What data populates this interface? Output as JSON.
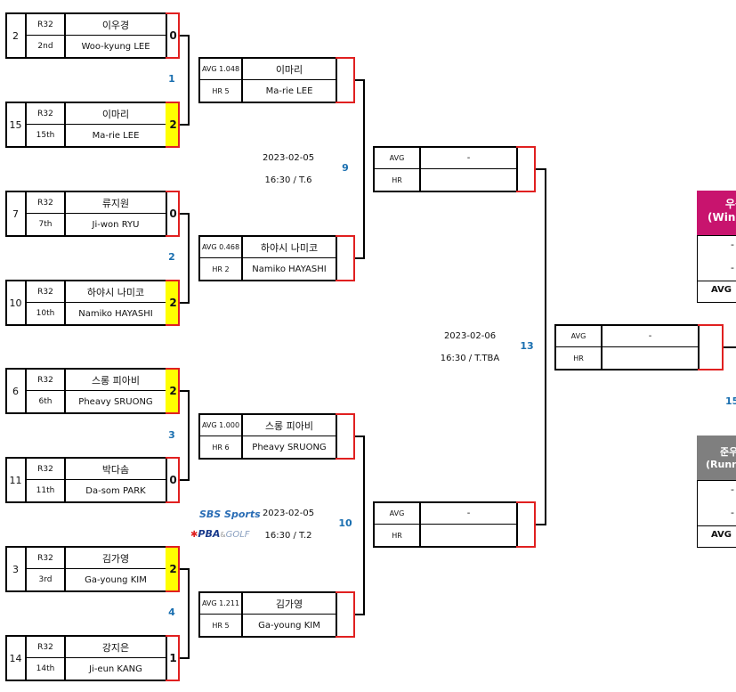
{
  "round1": [
    {
      "seed": "2",
      "round": "R32",
      "rank": "2nd",
      "name_ko": "이우경",
      "name_en": "Woo-kyung LEE",
      "score": "0",
      "win": false
    },
    {
      "seed": "15",
      "round": "R32",
      "rank": "15th",
      "name_ko": "이마리",
      "name_en": "Ma-rie LEE",
      "score": "2",
      "win": true
    },
    {
      "seed": "7",
      "round": "R32",
      "rank": "7th",
      "name_ko": "류지원",
      "name_en": "Ji-won RYU",
      "score": "0",
      "win": false
    },
    {
      "seed": "10",
      "round": "R32",
      "rank": "10th",
      "name_ko": "하야시 나미코",
      "name_en": "Namiko HAYASHI",
      "score": "2",
      "win": true
    },
    {
      "seed": "6",
      "round": "R32",
      "rank": "6th",
      "name_ko": "스롱 피아비",
      "name_en": "Pheavy SRUONG",
      "score": "2",
      "win": true
    },
    {
      "seed": "11",
      "round": "R32",
      "rank": "11th",
      "name_ko": "박다솜",
      "name_en": "Da-som PARK",
      "score": "0",
      "win": false
    },
    {
      "seed": "3",
      "round": "R32",
      "rank": "3rd",
      "name_ko": "김가영",
      "name_en": "Ga-young KIM",
      "score": "2",
      "win": true
    },
    {
      "seed": "14",
      "round": "R32",
      "rank": "14th",
      "name_ko": "강지은",
      "name_en": "Ji-eun KANG",
      "score": "1",
      "win": false
    }
  ],
  "match_numbers": [
    "1",
    "2",
    "3",
    "4",
    "9",
    "10",
    "13",
    "15"
  ],
  "round2": [
    {
      "avg": "AVG 1.048",
      "hr": "HR 5",
      "name_ko": "이마리",
      "name_en": "Ma-rie LEE"
    },
    {
      "avg": "AVG 0.468",
      "hr": "HR 2",
      "name_ko": "하야시 나미코",
      "name_en": "Namiko HAYASHI"
    },
    {
      "avg": "AVG 1.000",
      "hr": "HR 6",
      "name_ko": "스롱 피아비",
      "name_en": "Pheavy SRUONG"
    },
    {
      "avg": "AVG 1.211",
      "hr": "HR 5",
      "name_ko": "김가영",
      "name_en": "Ga-young KIM"
    }
  ],
  "semis": [
    {
      "avg": "AVG",
      "hr": "HR",
      "name": "-"
    },
    {
      "avg": "AVG",
      "hr": "HR",
      "name": "-"
    }
  ],
  "final": {
    "avg": "AVG",
    "hr": "HR",
    "name": "-"
  },
  "schedule": [
    {
      "date": "2023-02-05",
      "time": "16:30 / T.6"
    },
    {
      "date": "2023-02-05",
      "time": "16:30 / T.2"
    },
    {
      "date": "2023-02-06",
      "time": "16:30 / T.TBA"
    }
  ],
  "broadcasters": {
    "sbs": "SBS Sports",
    "pba": "PBA",
    "golf": "GOLF"
  },
  "winner": {
    "title": "우승",
    "title_en": "(Win",
    "row1": "-",
    "row2": "-",
    "avg": "AVG",
    "color": "#c8146e"
  },
  "runner_up": {
    "title": "준우",
    "title_en": "(Runne",
    "row1": "-",
    "row2": "-",
    "avg": "AVG",
    "color": "#7f7f7f"
  }
}
